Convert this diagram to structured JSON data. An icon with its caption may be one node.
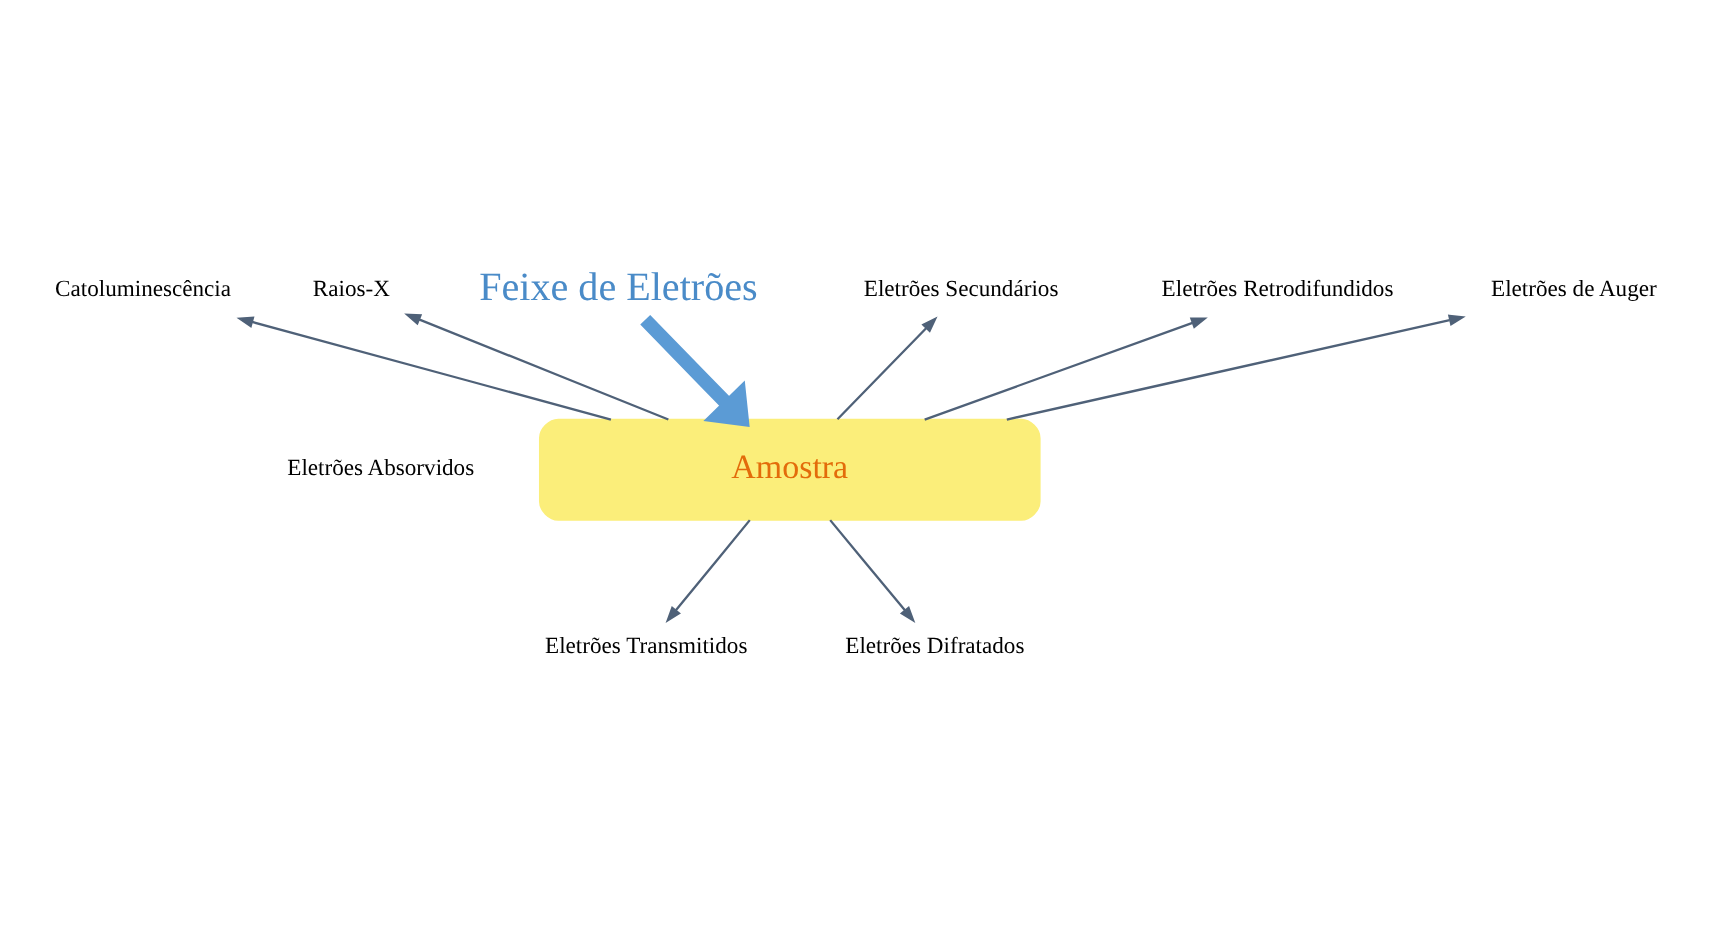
{
  "diagram": {
    "nodes": [
      {
        "text": [
          "Feixe de Eletrões"
        ]
      },
      {
        "text": [
          "Amostra"
        ]
      },
      {
        "text": [
          "Raios-X"
        ]
      },
      {
        "text": [
          "Catoluminescência"
        ]
      },
      {
        "text": [
          "Eletrões Secundários"
        ]
      },
      {
        "text": [
          "Eletrões Retrodifundidos"
        ]
      },
      {
        "text": [
          "Eletrões de Auger"
        ]
      },
      {
        "text": [
          "Eletrões Transmitidos"
        ]
      },
      {
        "text": [
          "Eletrões Difratados"
        ]
      }
    ],
    "edges": [
      {
        "from": 0,
        "to": 1,
        "arrow": "to",
        "style": "thick",
        "color": "#5b9bd5"
      },
      {
        "from": 1,
        "to": 2,
        "arrow": "to"
      },
      {
        "from": 1,
        "to": 3,
        "arrow": "to"
      },
      {
        "from": 1,
        "to": 4,
        "arrow": "to"
      },
      {
        "from": 1,
        "to": 5,
        "arrow": "to"
      },
      {
        "from": 1,
        "to": 6,
        "arrow": "to"
      },
      {
        "from": 1,
        "to": 7,
        "arrow": "to"
      },
      {
        "from": 1,
        "to": 8,
        "arrow": "to"
      }
    ],
    "labels": [
      "Eletrões Absorvidos"
    ]
  }
}
